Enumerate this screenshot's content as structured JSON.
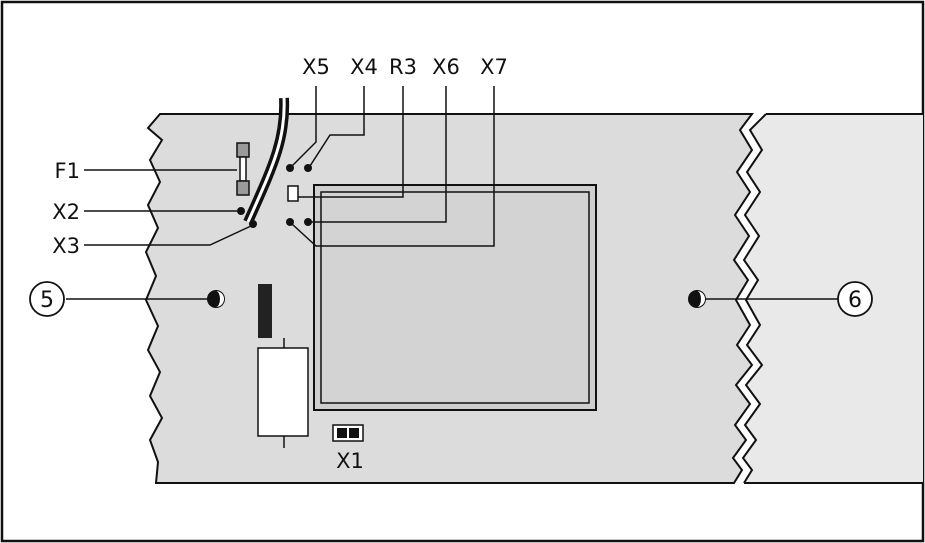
{
  "labels": {
    "x5": "X5",
    "x4": "X4",
    "r3": "R3",
    "x6": "X6",
    "x7": "X7",
    "f1": "F1",
    "x2": "X2",
    "x3": "X3",
    "x1": "X1",
    "callout_5": "5",
    "callout_6": "6"
  },
  "colors": {
    "line": "#111111",
    "board": "#dcdcdc",
    "board_right": "#e9e9e9",
    "panel": "#d3d3d3",
    "panel_inner": "#cfcfcf",
    "component_dark": "#222222",
    "fuse": "#9a9a9a"
  }
}
